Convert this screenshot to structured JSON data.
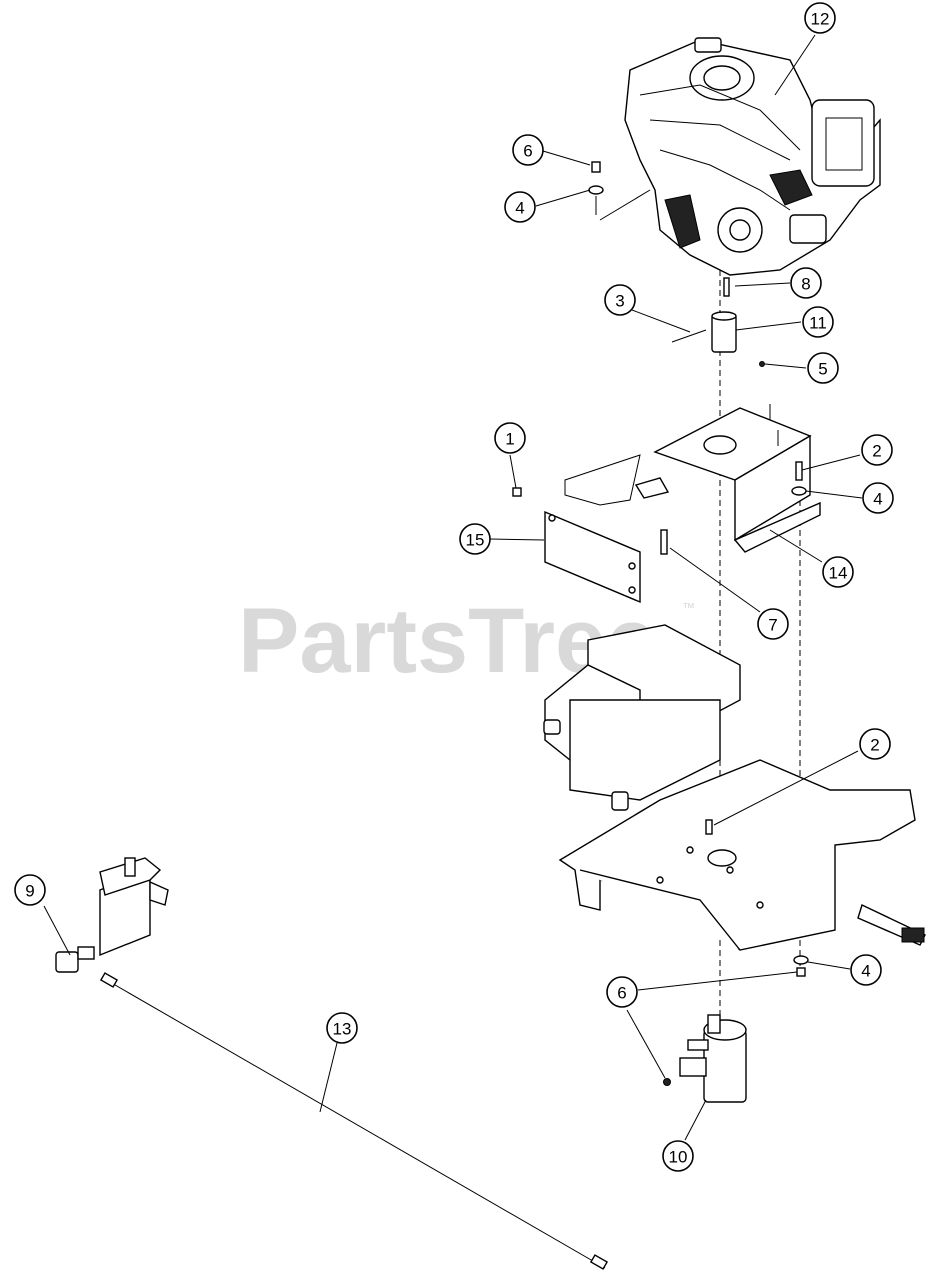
{
  "watermark": {
    "text": "PartsTree",
    "trademark": "™"
  },
  "callouts": [
    {
      "id": "c12",
      "label": "12"
    },
    {
      "id": "c6a",
      "label": "6"
    },
    {
      "id": "c4a",
      "label": "4"
    },
    {
      "id": "c8",
      "label": "8"
    },
    {
      "id": "c3",
      "label": "3"
    },
    {
      "id": "c11",
      "label": "11"
    },
    {
      "id": "c5",
      "label": "5"
    },
    {
      "id": "c1",
      "label": "1"
    },
    {
      "id": "c2a",
      "label": "2"
    },
    {
      "id": "c4b",
      "label": "4"
    },
    {
      "id": "c15",
      "label": "15"
    },
    {
      "id": "c14",
      "label": "14"
    },
    {
      "id": "c7",
      "label": "7"
    },
    {
      "id": "c2b",
      "label": "2"
    },
    {
      "id": "c9",
      "label": "9"
    },
    {
      "id": "c4c",
      "label": "4"
    },
    {
      "id": "c6b",
      "label": "6"
    },
    {
      "id": "c13",
      "label": "13"
    },
    {
      "id": "c10",
      "label": "10"
    }
  ]
}
